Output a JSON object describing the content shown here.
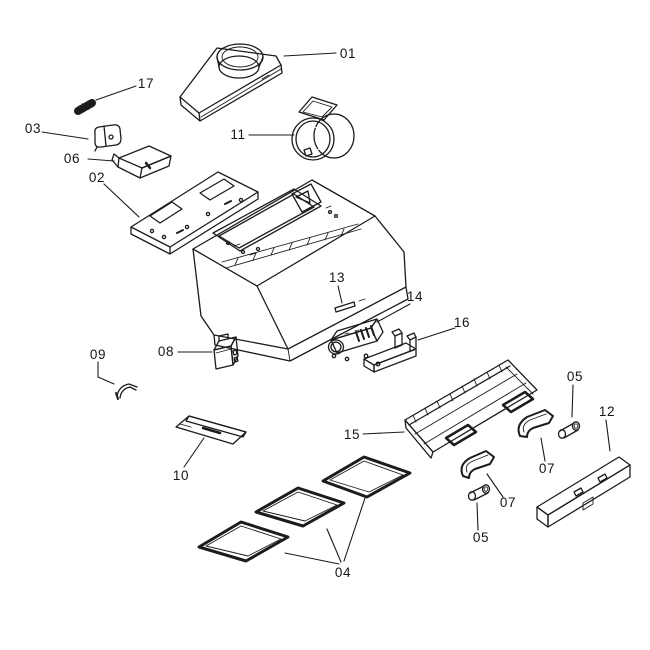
{
  "figure": {
    "kind": "exploded-parts-diagram",
    "colors": {
      "background": "#ffffff",
      "ink": "#1c1c1c",
      "label": "#161616"
    },
    "labels": {
      "l01": "01",
      "l02": "02",
      "l03": "03",
      "l04": "04",
      "l05a": "05",
      "l05b": "05",
      "l06": "06",
      "l07a": "07",
      "l07b": "07",
      "l08": "08",
      "l09": "09",
      "l10": "10",
      "l11": "11",
      "l12": "12",
      "l13": "13",
      "l14": "14",
      "l15": "15",
      "l16": "16",
      "l17": "17"
    }
  }
}
